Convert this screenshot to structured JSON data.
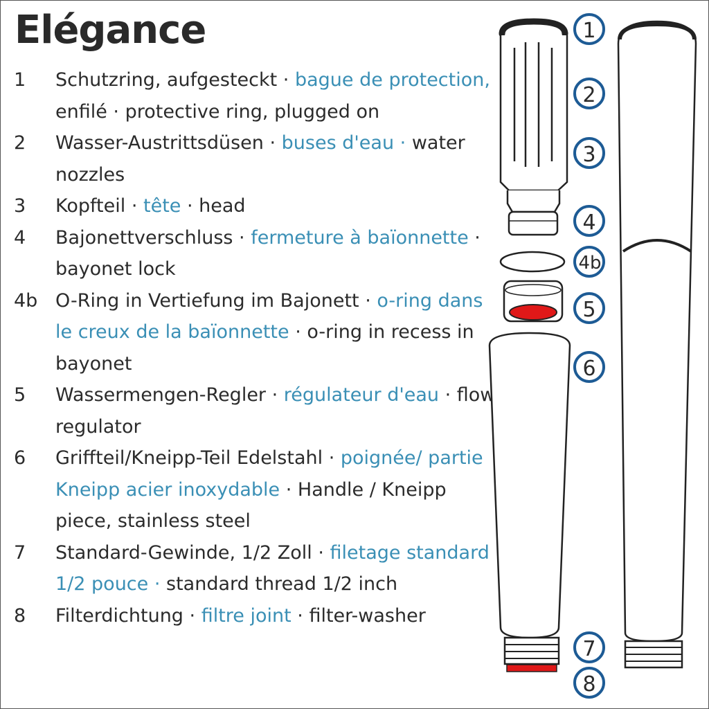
{
  "title": "Elégance",
  "colors": {
    "text": "#2b2b2b",
    "french": "#3a8fb5",
    "badge_stroke": "#1d5b95",
    "regulator_red": "#e01818"
  },
  "parts": [
    {
      "num": "1",
      "de": "Schutzring, aufgesteckt · ",
      "fr": "bague de protection,",
      "en": " enfilé · protective ring, plugged on"
    },
    {
      "num": "2",
      "de": "Wasser-Austrittsdüsen · ",
      "fr": "buses d'eau ·",
      "en": " water nozzles"
    },
    {
      "num": "3",
      "de": "Kopfteil · ",
      "fr": "tête",
      "en": " · head"
    },
    {
      "num": "4",
      "de": "Bajonettverschluss · ",
      "fr": "fermeture à baïonnette",
      "en": " · bayonet lock"
    },
    {
      "num": "4b",
      "de": "O-Ring in Vertiefung im  Bajonett · ",
      "fr": "o-ring dans le creux de la baïonnette",
      "en": " · o-ring in recess in bayonet"
    },
    {
      "num": "5",
      "de": "Wassermengen-Regler · ",
      "fr": "régulateur d'eau",
      "en": " · flow regulator"
    },
    {
      "num": "6",
      "de": "Griffteil/Kneipp-Teil Edelstahl · ",
      "fr": "poignée/ partie Kneipp acier inoxydable",
      "en": " · Handle / Kneipp piece, stainless steel"
    },
    {
      "num": "7",
      "de": "Standard-Gewinde, 1/2 Zoll ·  ",
      "fr": "filetage standard 1/2 pouce ·",
      "en": "  standard thread 1/2 inch"
    },
    {
      "num": "8",
      "de": "Filterdichtung · ",
      "fr": "filtre joint",
      "en": " · filter-washer"
    }
  ],
  "badges": [
    "1",
    "2",
    "3",
    "4",
    "4b",
    "5",
    "6",
    "7",
    "8"
  ]
}
